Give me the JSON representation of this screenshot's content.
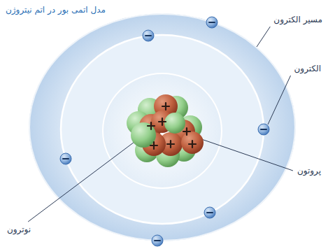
{
  "diagram": {
    "title": "مدل اتمی بور در اتم نیتروژن",
    "labels": [
      "مسیر الکترون",
      "الکترون",
      "پروتون",
      "نوترون"
    ]
  }
}
